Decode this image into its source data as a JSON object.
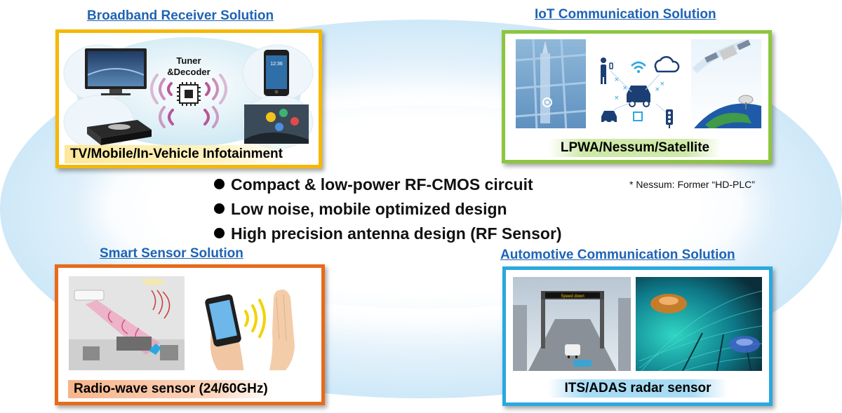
{
  "titles": {
    "broadband": "Broadband Receiver Solution",
    "iot": "IoT Communication Solution",
    "sensor": "Smart Sensor Solution",
    "automotive": "Automotive Communication Solution"
  },
  "captions": {
    "broadband": "TV/Mobile/In-Vehicle Infotainment",
    "iot": "LPWA/Nessum/Satellite",
    "sensor": "Radio-wave sensor (24/60GHz)",
    "automotive": "ITS/ADAS radar sensor"
  },
  "tuner": {
    "line1": "Tuner",
    "line2": "&Decoder"
  },
  "bullets": [
    "Compact & low-power RF-CMOS circuit",
    "Low noise, mobile optimized design",
    "High precision antenna design (RF Sensor)"
  ],
  "note": "* Nessum: Former “HD-PLC”",
  "phone_time": "12:36",
  "its_sign": "Speed down",
  "colors": {
    "broadband_border": "#f5b800",
    "iot_border": "#8cc63f",
    "sensor_border": "#e86a1a",
    "automotive_border": "#29a8e0",
    "title": "#1f63b4"
  }
}
